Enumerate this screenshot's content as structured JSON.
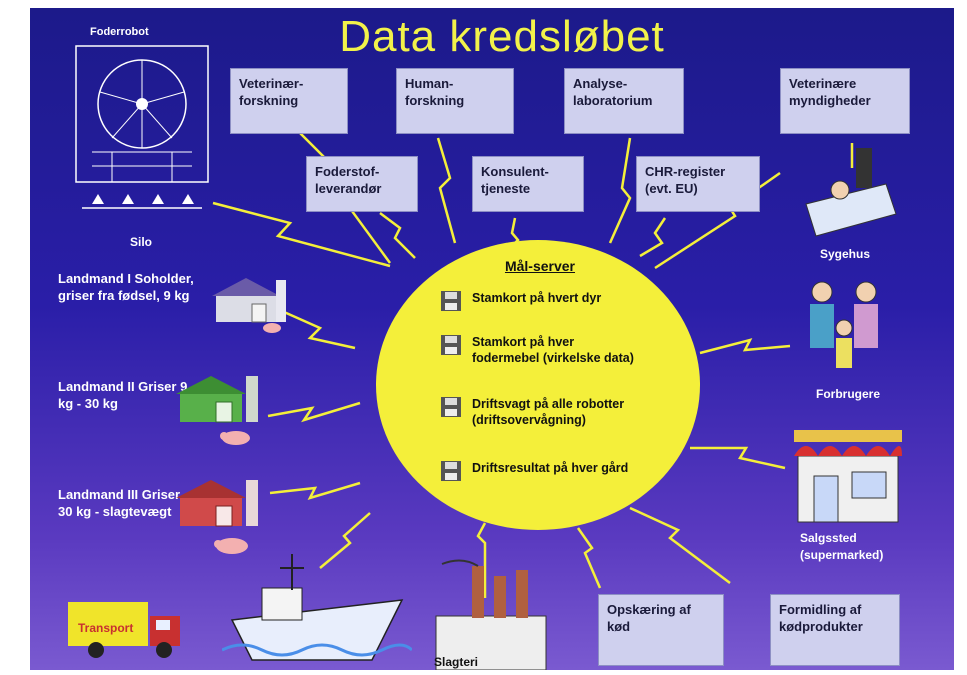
{
  "title": "Data kredsløbet",
  "server": {
    "title": "Mål-server",
    "items": [
      "Stamkort på hvert dyr",
      "Stamkort på hver fodermebel (virkelske data)",
      "Driftsvagt på alle robotter (driftsovervågning)",
      "Driftsresultat på hver gård"
    ]
  },
  "top_boxes": [
    "Veterinær-forskning",
    "Human-forskning",
    "Analyse-laboratorium",
    "Veterinære myndigheder"
  ],
  "mid_boxes": [
    "Foderstof-leverandør",
    "Konsulent-tjeneste",
    "CHR-register (evt. EU)"
  ],
  "bottom_boxes": [
    "Opskæring af kød",
    "Formidling af kødprodukter"
  ],
  "labels": {
    "feeder": "Foderrobot",
    "silo": "Silo",
    "farmer1": "Landmand I Soholder, griser fra fødsel, 9 kg",
    "farmer2": "Landmand II Griser 9 kg - 30 kg",
    "farmer3": "Landmand III Griser 30 kg - slagtevægt",
    "truck": "Transport",
    "slaughter": "Slagteri",
    "hospital": "Sygehus",
    "consumer": "Forbrugere",
    "shop": "Salgssted (supermarked)"
  },
  "colors": {
    "background_top": "#1c1a8a",
    "background_bottom": "#7a5ad0",
    "title": "#f2f24a",
    "server": "#f4ef3a",
    "box": "#cfd0ee",
    "bolt": "#f4ef3a"
  }
}
